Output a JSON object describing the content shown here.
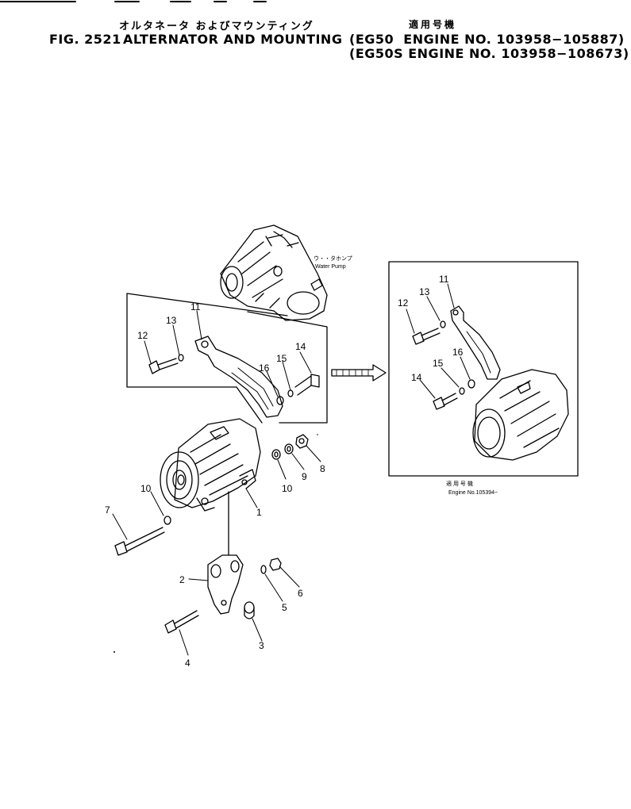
{
  "header": {
    "title_jp": "オルタネータ およびマウンティング",
    "applicability_jp": "適用号機",
    "fig_no": "FIG. 2521",
    "title_en": "ALTERNATOR AND MOUNTING",
    "applicability_1": "(EG50  ENGINE NO. 103958−105887)",
    "applicability_2": "(EG50S ENGINE NO. 103958−108673)"
  },
  "labels": {
    "water_pump_jp": "ウ・・タホンプ",
    "water_pump_en": "Water Pump",
    "inset_serial_jp": "適 用 号 機",
    "inset_serial_en": "Engine No.105394~"
  },
  "callouts": {
    "c1": "1",
    "c2": "2",
    "c3": "3",
    "c4": "4",
    "c5": "5",
    "c6": "6",
    "c7": "7",
    "c8": "8",
    "c9": "9",
    "c10a": "10",
    "c10b": "10",
    "c11": "11",
    "c12": "12",
    "c13": "13",
    "c14": "14",
    "c15": "15",
    "c16": "16",
    "i11": "11",
    "i12": "12",
    "i13": "13",
    "i14": "14",
    "i15": "15",
    "i16": "16"
  }
}
